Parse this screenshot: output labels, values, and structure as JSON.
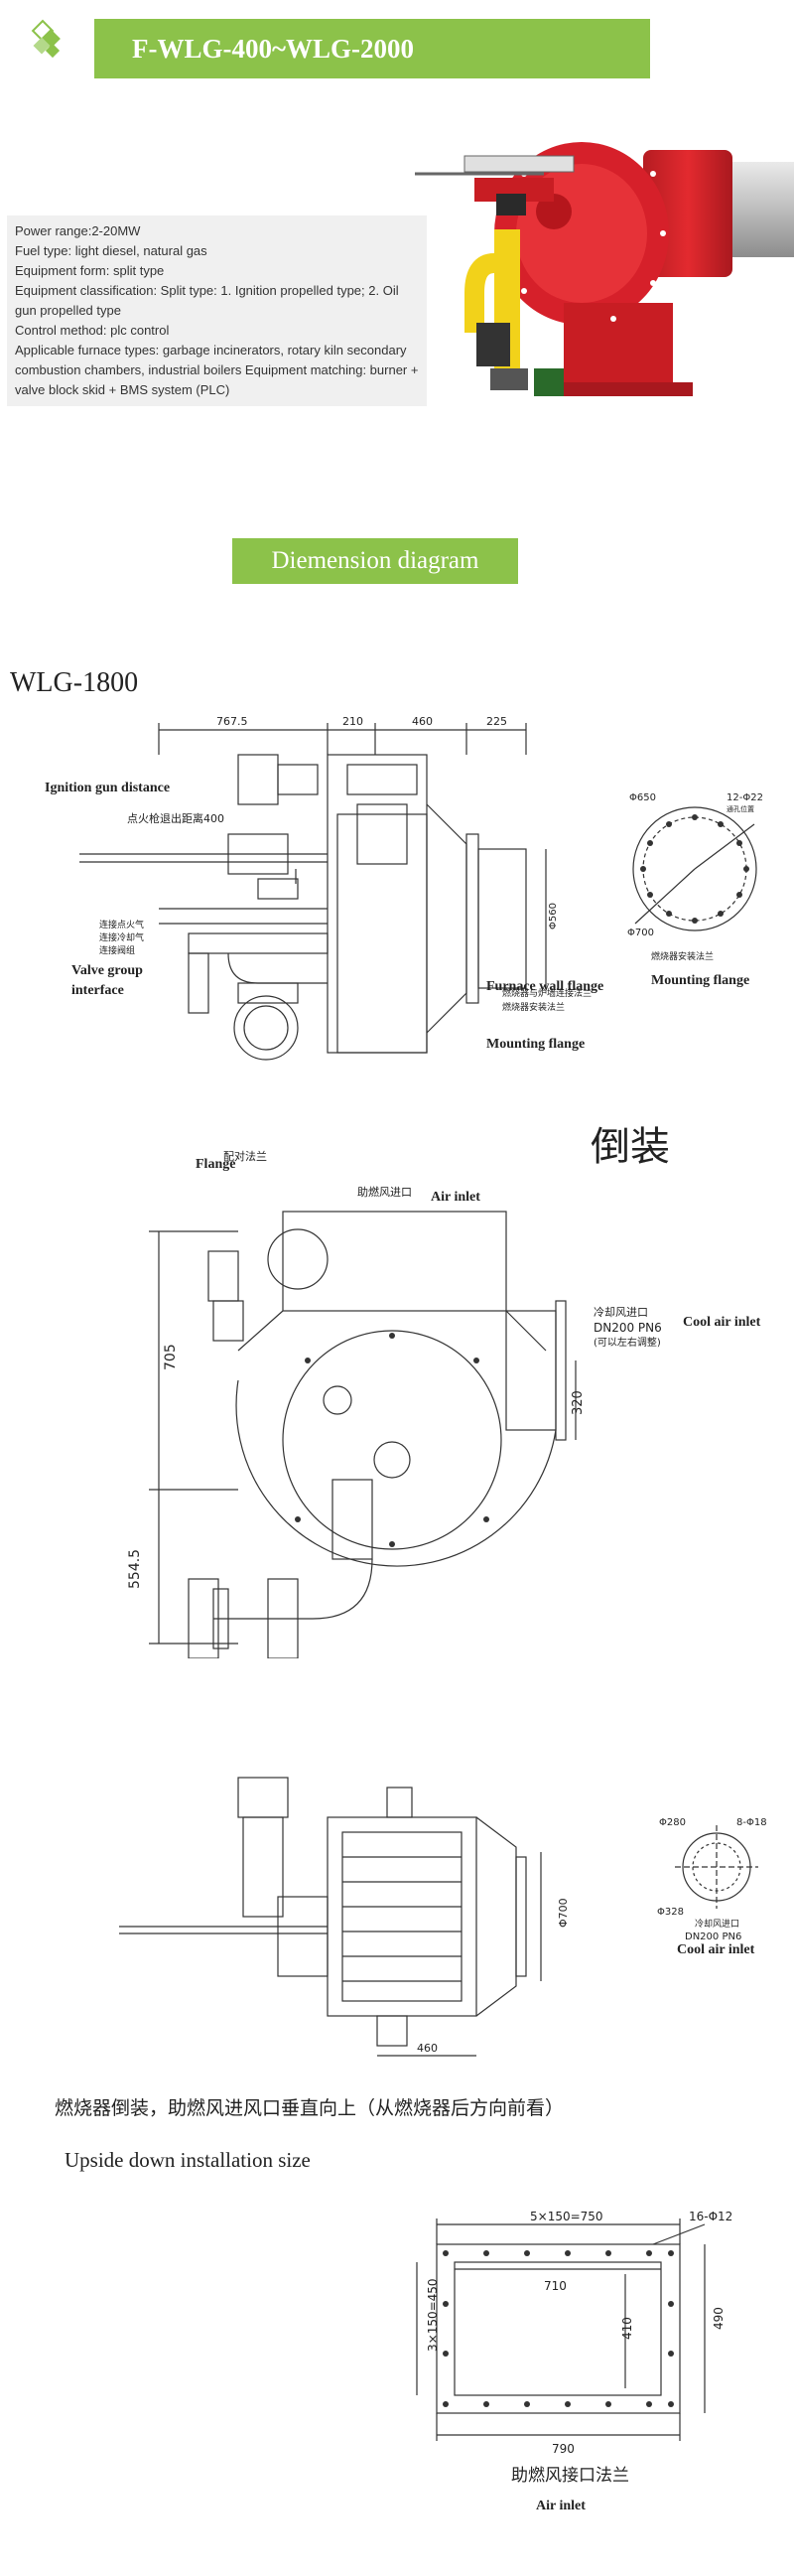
{
  "header": {
    "title": "F-WLG-400~WLG-2000",
    "logo_icon": "green-diamond-logo-icon"
  },
  "specs": [
    "Power range:2-20MW",
    "Fuel type: light diesel, natural gas",
    "Equipment form: split type",
    "Equipment classification: Split type: 1. Ignition propelled type; 2. Oil",
    "gun propelled type",
    "Control method: plc control",
    "Applicable furnace types: garbage incinerators, rotary kiln secondary",
    "combustion chambers, industrial boilers Equipment matching: burner +",
    "valve block skid + BMS system (PLC)"
  ],
  "section_title": "Diemension diagram",
  "diagram1": {
    "model": "WLG-1800",
    "dims": [
      "767.5",
      "210",
      "460",
      "225"
    ],
    "zh_ignition": "点火枪退出距离400",
    "zh_notes": [
      "连接点火气",
      "连接冷却气",
      "连接阀组"
    ],
    "zh_wall": "燃烧器与炉墙连接法兰",
    "zh_mount": "燃烧器安装法兰",
    "dia560": "Φ560",
    "flange": {
      "d1": "Φ650",
      "d2": "Φ700",
      "holes": "12-Φ22",
      "holes_sub": "通孔位置",
      "caption": "燃烧器安装法兰"
    },
    "labels": {
      "ignition": "Ignition gun distance",
      "valve": "Valve group interface",
      "furnace_wall": "Furnace wall flange",
      "mounting": "Mounting flange",
      "mounting2": "Mounting flange"
    }
  },
  "diagram2": {
    "zh_title": "倒装",
    "zh_flange": "配对法兰",
    "zh_air": "助燃风进口",
    "zh_cool": "冷却风进口",
    "cool_spec": "DN200 PN6",
    "cool_note": "(可以左右调整)",
    "dims": [
      "705",
      "320",
      "554.5"
    ],
    "labels": {
      "flange": "Flange",
      "air_inlet": "Air inlet",
      "cool": "Cool air inlet"
    }
  },
  "diagram3": {
    "dims": [
      "460",
      "Φ700"
    ],
    "small": {
      "d1": "Φ280",
      "d2": "Φ328",
      "holes": "8-Φ18",
      "zh": "冷却风进口",
      "spec": "DN200 PN6"
    },
    "label_cool": "Cool air inlet"
  },
  "zh_caption": "燃烧器倒装，助燃风进风口垂直向上（从燃烧器后方向前看）",
  "caption_en": "Upside down installation size",
  "diagram4": {
    "dims": {
      "top": "5×150=750",
      "holes": "16-Φ12",
      "w1": "710",
      "left": "3×150=450",
      "h1": "410",
      "h2": "490",
      "bottom": "790"
    },
    "zh": "助燃风接口法兰",
    "label": "Air inlet"
  },
  "colors": {
    "accent": "#8cc24a",
    "burner_red": "#d6202a",
    "pipe_yellow": "#f2d21a"
  }
}
